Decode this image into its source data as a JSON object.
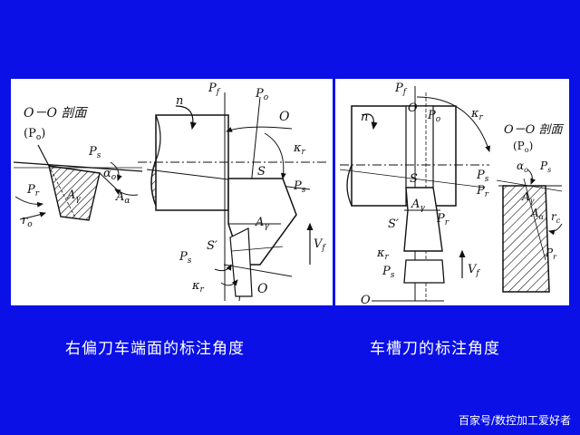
{
  "left_diagram": {
    "section_title": "O－O 剖面",
    "section_plane": "(P",
    "section_plane_sub": "o",
    "labels": {
      "n": "n",
      "Pf": "P",
      "Pf_sub": "f",
      "Po": "P",
      "Po_sub": "o",
      "O": "O",
      "kr": "κ",
      "kr_sub": "r",
      "S": "S",
      "Ps": "P",
      "Ps_sub": "s",
      "Ar": "A",
      "Ar_sub": "γ",
      "Vf": "V",
      "Vf_sub": "f",
      "Ps_prime": "P",
      "Ps_prime_sub": "s",
      "S_prime": "S′",
      "kr_prime": "κ",
      "kr_prime_sub": "r",
      "O_bottom": "O",
      "sec_Ps": "P",
      "sec_Ps_sub": "s",
      "sec_ao": "α",
      "sec_ao_sub": "o",
      "sec_Pr": "P",
      "sec_Pr_sub": "r",
      "sec_Ar": "A",
      "sec_Ar_sub": "γ",
      "sec_Aa": "A",
      "sec_Aa_sub": "α",
      "sec_ro": "r",
      "sec_ro_sub": "o"
    }
  },
  "right_diagram": {
    "section_title": "O－O 剖面",
    "section_plane": "(P",
    "section_plane_sub": "o",
    "labels": {
      "Pf": "P",
      "Pf_sub": "f",
      "O": "O",
      "Po": "P",
      "Po_sub": "o",
      "n": "n",
      "kr": "κ",
      "kr_sub": "r",
      "S": "S",
      "Ps": "P",
      "Ps_sub": "s",
      "Pr": "P",
      "Pr_sub": "r",
      "Ar": "A",
      "Ar_sub": "γ",
      "S_prime": "S′",
      "Pr2": "P",
      "Pr2_sub": "r",
      "kr_prime": "κ",
      "kr_prime_sub": "r",
      "Ps_prime": "P",
      "Ps_prime_sub": "s",
      "Vf": "V",
      "Vf_sub": "f",
      "O_bottom": "O",
      "sec_ao": "α",
      "sec_ao_sub": "o",
      "sec_Ps": "P",
      "sec_Ps_sub": "s",
      "sec_Ar": "A",
      "sec_Ar_sub": "γ",
      "sec_Aa": "A",
      "sec_Aa_sub": "α",
      "sec_rc": "r",
      "sec_rc_sub": "c",
      "sec_Pr": "P",
      "sec_Pr_sub": "r"
    }
  },
  "captions": {
    "left": "右偏刀车端面的标注角度",
    "right": "车槽刀的标注角度"
  },
  "watermark": "百家号/数控加工爱好者"
}
